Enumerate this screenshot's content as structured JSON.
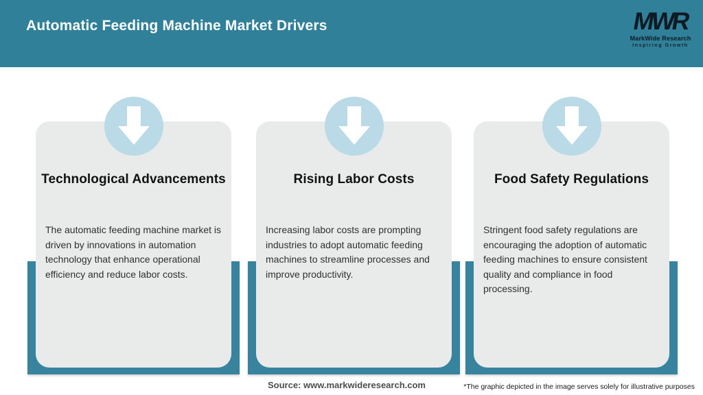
{
  "header": {
    "title": "Automatic Feeding Machine Market Drivers",
    "logo": {
      "acronym": "MWR",
      "name": "MarkWide Research",
      "tagline": "Inspiring Growth"
    }
  },
  "cards": [
    {
      "icon": "down-arrow-icon",
      "title": "Technological Advancements",
      "description": "The automatic feeding machine market is driven by innovations in automation technology that enhance operational efficiency and reduce labor costs."
    },
    {
      "icon": "down-arrow-icon",
      "title": "Rising Labor Costs",
      "description": "Increasing labor costs are prompting industries to adopt automatic feeding machines to streamline processes and improve productivity."
    },
    {
      "icon": "down-arrow-icon",
      "title": "Food Safety Regulations",
      "description": "Stringent food safety regulations are encouraging the adoption of automatic feeding machines to ensure consistent quality and compliance in food processing."
    }
  ],
  "footer": {
    "source": "Source: www.markwideresearch.com",
    "disclaimer": "*The graphic depicted in the image serves solely for illustrative purposes"
  },
  "colors": {
    "header_teal": "#2f8098",
    "frame_teal": "#38849e",
    "circle_blue": "#b9dae6",
    "card_gray": "#e9ebeb",
    "title_white": "#ffffff",
    "logo_dark": "#0e1a24"
  }
}
